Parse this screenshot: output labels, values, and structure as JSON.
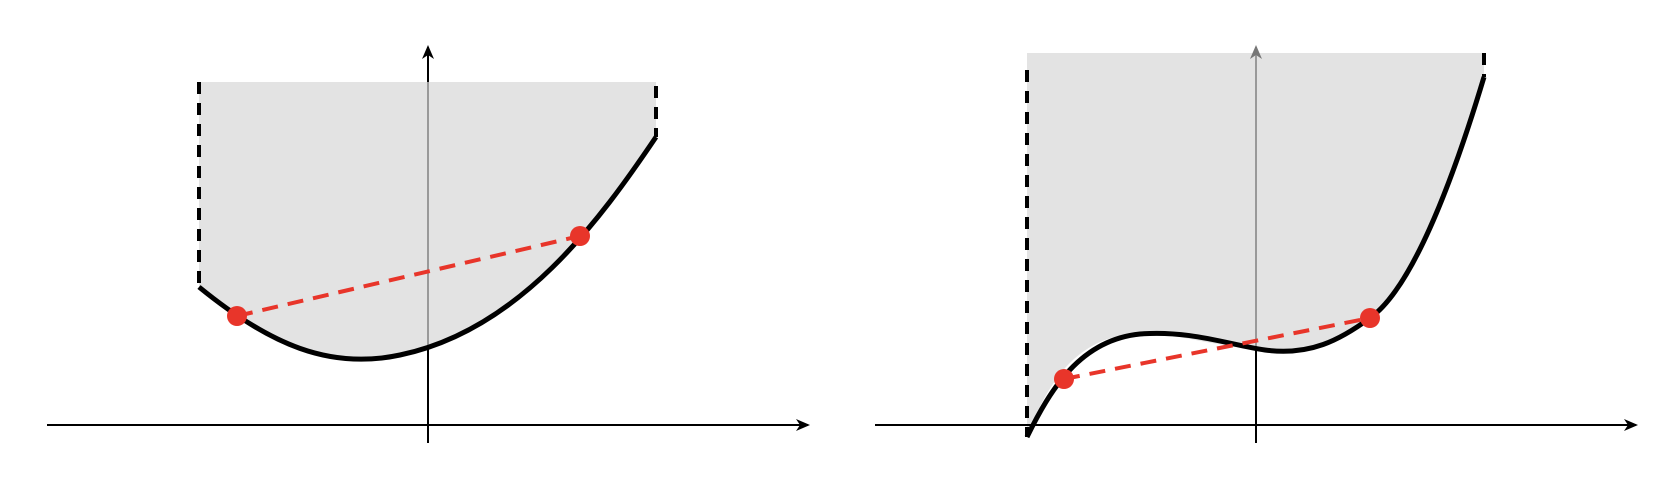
{
  "colors": {
    "background": "#ffffff",
    "epigraph_fill": "#e3e3e3",
    "curve": "#000000",
    "boundary_dash": "#000000",
    "chord": "#e8352a",
    "point": "#e8352a",
    "axis": "#000000",
    "axis_inner": "#999999"
  },
  "panels": [
    {
      "name": "convex-function-panel",
      "description_type": "convex",
      "has_chord": true,
      "chord_points": 2
    },
    {
      "name": "nonconvex-function-panel",
      "description_type": "nonconvex",
      "has_chord": true,
      "chord_points": 2
    }
  ]
}
